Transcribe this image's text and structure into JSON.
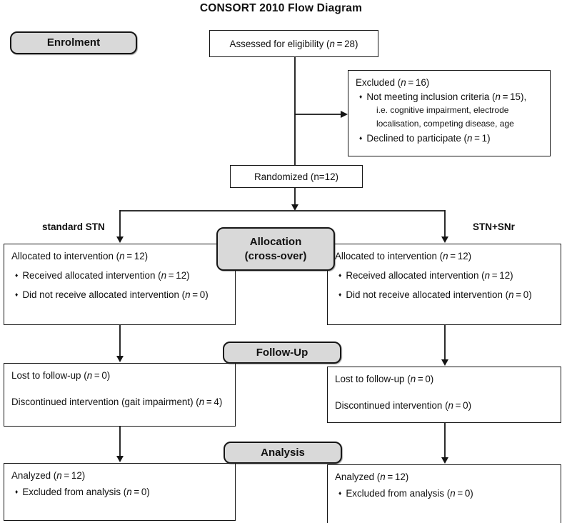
{
  "title": "CONSORT 2010 Flow Diagram",
  "colors": {
    "header_fill": "#d9d9d9",
    "line": "#141414"
  },
  "glyphs": {
    "bullet": "♦"
  },
  "headers": {
    "enrolment": "Enrolment",
    "allocation": "Allocation",
    "allocation_sub": "(cross-over)",
    "followup": "Follow-Up",
    "analysis": "Analysis"
  },
  "top": {
    "assessed": "Assessed for eligibility (*n* = 28)",
    "excluded_title": "Excluded (*n* = 16)",
    "excluded_item1": "Not meeting inclusion criteria (*n* = 15),",
    "excluded_note1": "i.e. cognitive impairment, electrode",
    "excluded_note2": "localisation, competing disease, age",
    "excluded_item2": "Declined to participate (*n* = 1)",
    "randomized": "Randomized (n=12)"
  },
  "arms": {
    "left_label": "standard STN",
    "right_label": "STN+SNr"
  },
  "allocation": {
    "left": {
      "title": "Allocated to intervention (*n* = 12)",
      "items": [
        "Received allocated intervention (*n* = 12)",
        "Did not receive allocated intervention (*n* = 0)"
      ]
    },
    "right": {
      "title": "Allocated to intervention (*n* = 12)",
      "items": [
        "Received allocated intervention (*n* = 12)",
        "Did not receive allocated intervention (*n* = 0)"
      ]
    }
  },
  "followup": {
    "left": {
      "lost": "Lost to follow-up (*n* = 0)",
      "discontinued": "Discontinued intervention (gait impairment) (*n* = 4)"
    },
    "right": {
      "lost": "Lost to follow-up (*n* = 0)",
      "discontinued": "Discontinued intervention (*n* = 0)"
    }
  },
  "analysis": {
    "left": {
      "title": "Analyzed (*n* = 12)",
      "items": [
        "Excluded from analysis (*n* = 0)"
      ]
    },
    "right": {
      "title": "Analyzed (*n* = 12)",
      "items": [
        "Excluded from analysis (*n* = 0)"
      ]
    }
  }
}
